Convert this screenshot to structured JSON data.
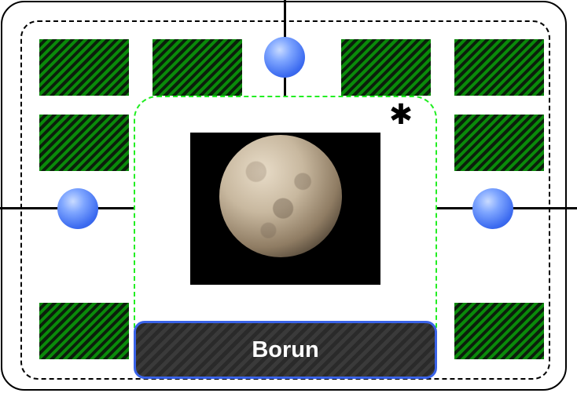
{
  "card": {
    "name": "Borun",
    "image": "planet-illustration",
    "corner_icon": "asterisk-icon",
    "corner_glyph": "✱"
  },
  "colors": {
    "slot_green": "#0a8a0a",
    "slot_dark": "#0b1f0b",
    "connector_blue": "#3c6bf0",
    "zone_border": "#22ee22",
    "label_border": "#3a63e8",
    "label_text": "#ffffff"
  },
  "slots": [
    {
      "id": "top-1"
    },
    {
      "id": "top-2"
    },
    {
      "id": "top-3"
    },
    {
      "id": "top-4"
    },
    {
      "id": "upper-left"
    },
    {
      "id": "upper-right"
    },
    {
      "id": "bottom-left"
    },
    {
      "id": "bottom-right"
    }
  ],
  "connectors": [
    "top",
    "left",
    "right"
  ]
}
